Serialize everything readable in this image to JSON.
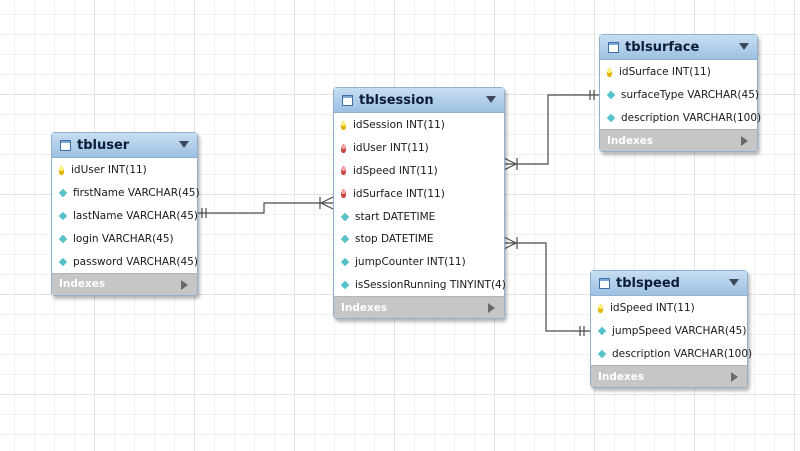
{
  "diagram": {
    "tables": {
      "tbluser": {
        "name": "tbluser",
        "columns": [
          {
            "text": "idUser INT(11)",
            "key": "pk"
          },
          {
            "text": "firstName VARCHAR(45)",
            "key": "attr"
          },
          {
            "text": "lastName VARCHAR(45)",
            "key": "attr"
          },
          {
            "text": "login VARCHAR(45)",
            "key": "attr"
          },
          {
            "text": "password VARCHAR(45)",
            "key": "attr"
          }
        ],
        "indexes_label": "Indexes"
      },
      "tblsession": {
        "name": "tblsession",
        "columns": [
          {
            "text": "idSession INT(11)",
            "key": "pk"
          },
          {
            "text": "idUser INT(11)",
            "key": "fk"
          },
          {
            "text": "idSpeed INT(11)",
            "key": "fk"
          },
          {
            "text": "idSurface INT(11)",
            "key": "fk"
          },
          {
            "text": "start DATETIME",
            "key": "attr"
          },
          {
            "text": "stop DATETIME",
            "key": "attr"
          },
          {
            "text": "jumpCounter INT(11)",
            "key": "attr"
          },
          {
            "text": "isSessionRunning TINYINT(4)",
            "key": "attr"
          }
        ],
        "indexes_label": "Indexes"
      },
      "tblsurface": {
        "name": "tblsurface",
        "columns": [
          {
            "text": "idSurface INT(11)",
            "key": "pk"
          },
          {
            "text": "surfaceType VARCHAR(45)",
            "key": "attr"
          },
          {
            "text": "description VARCHAR(100)",
            "key": "attr"
          }
        ],
        "indexes_label": "Indexes"
      },
      "tblspeed": {
        "name": "tblspeed",
        "columns": [
          {
            "text": "idSpeed INT(11)",
            "key": "pk"
          },
          {
            "text": "jumpSpeed VARCHAR(45)",
            "key": "attr"
          },
          {
            "text": "description VARCHAR(100)",
            "key": "attr"
          }
        ],
        "indexes_label": "Indexes"
      }
    },
    "relationships": [
      {
        "from": "tbluser",
        "to": "tblsession",
        "type": "one-to-many"
      },
      {
        "from": "tblsurface",
        "to": "tblsession",
        "type": "one-to-many"
      },
      {
        "from": "tblspeed",
        "to": "tblsession",
        "type": "one-to-many"
      }
    ],
    "colors": {
      "header": "#a9c9e6",
      "indexes_bar": "#c6c6c6",
      "connector": "#4a4a4a",
      "pk_key": "#e2b400",
      "fk_key": "#c94545",
      "attr_diamond": "#55c2c9"
    }
  }
}
